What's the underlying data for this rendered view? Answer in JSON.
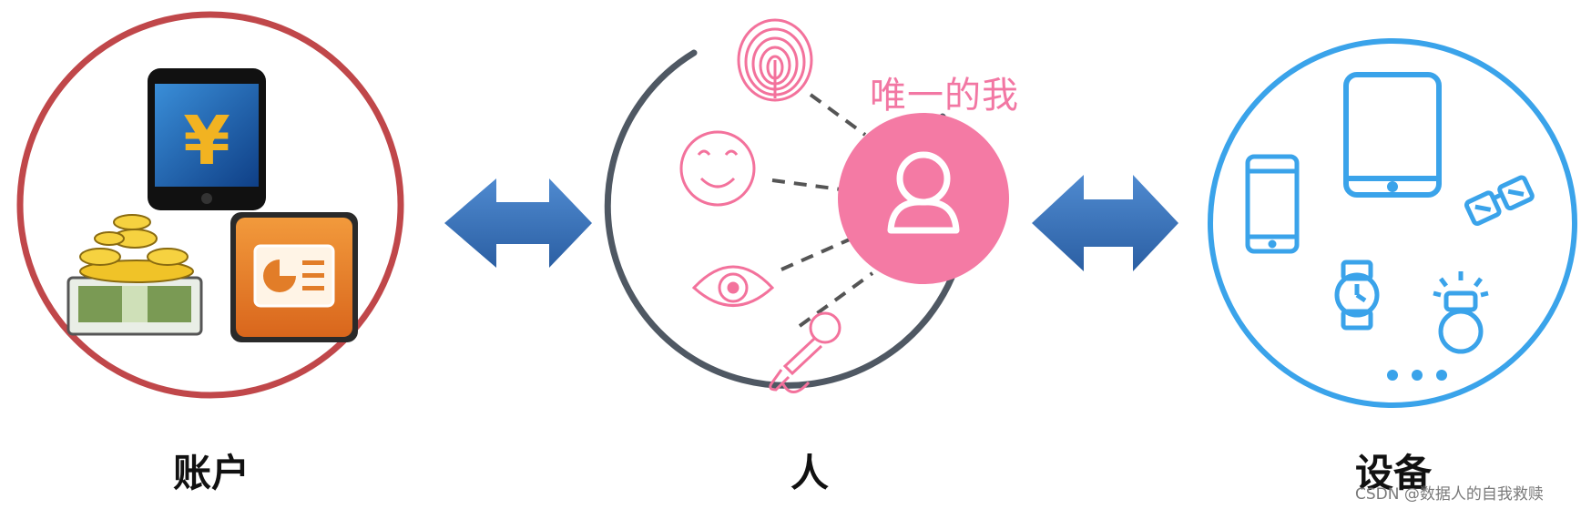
{
  "labels": {
    "account": "账户",
    "person": "人",
    "device": "设备"
  },
  "person_tag": "唯一的我",
  "watermark": "CSDN @数据人的自我救赎",
  "icons": {
    "account": [
      "smartphone-yuan-icon",
      "gold-coins-cash-icon",
      "pie-chart-card-icon"
    ],
    "person": [
      "fingerprint-icon",
      "smiley-face-icon",
      "eye-icon",
      "microphone-icon",
      "user-icon"
    ],
    "device": [
      "phone-icon",
      "tablet-icon",
      "smart-glasses-icon",
      "smartwatch-icon",
      "smart-ring-icon",
      "more-dots-icon"
    ]
  },
  "colors": {
    "account_circle": "#c0474a",
    "person_circle": "#4f5863",
    "device_circle": "#3aa3ea",
    "pink": "#f3729c",
    "arrow": "#3a72b8"
  }
}
